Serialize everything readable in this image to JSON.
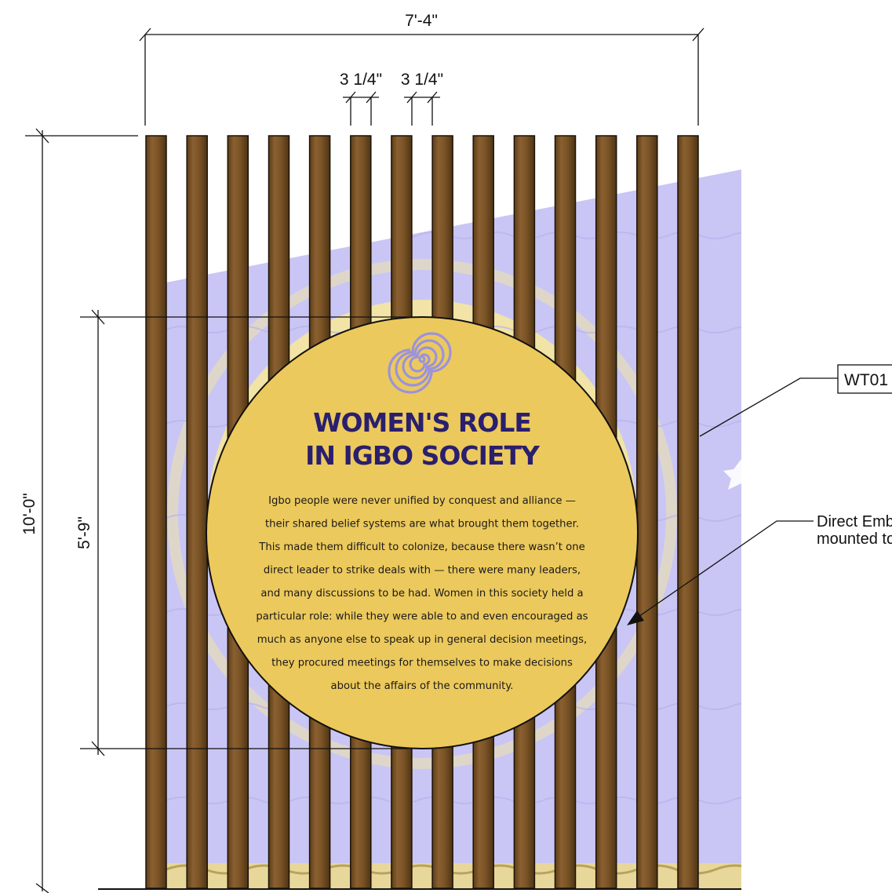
{
  "dimensions": {
    "overall_width": "7'-4\"",
    "slat_width_a": "3 1/4\"",
    "slat_width_b": "3 1/4\"",
    "overall_height": "10'-0\"",
    "panel_height": "5'-9\""
  },
  "callouts": {
    "material_tag": "WT01",
    "note_line1": "Direct Emb",
    "note_line2": "mounted to"
  },
  "panel": {
    "title_line1": "WOMEN'S ROLE",
    "title_line2": "IN IGBO SOCIETY",
    "icon": "spiral-icon",
    "body_lines": [
      "Igbo people were never unified by conquest and alliance —",
      "their shared belief systems are what brought them together.",
      "This made them difficult to colonize, because there wasn’t one",
      "direct leader to strike deals with — there were many leaders,",
      "and many discussions to be had. Women in this society held a",
      "particular role: while they were able to and even encouraged as",
      "much as anyone else to speak up in general decision meetings,",
      "they procured meetings for themselves to make decisions",
      "about the affairs of the community."
    ]
  },
  "colors": {
    "wood_slat": "#7a5326",
    "wood_slat_dark": "#4e3414",
    "mural_background": "#c9c6f5",
    "mural_ring": "#f1e4a6",
    "panel_fill": "#ecc95c",
    "title": "#2a1f6e",
    "icon": "#9b93dc"
  }
}
